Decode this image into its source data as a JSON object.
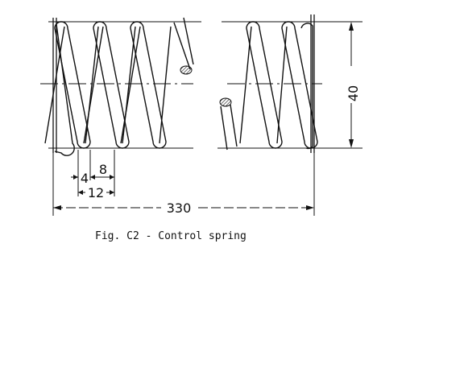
{
  "figure": {
    "caption": "Fig. C2 - Control spring",
    "dimensions": {
      "outer_diameter": "40",
      "overall_length": "330",
      "wire_diameter": "4",
      "gap": "8",
      "pitch": "12"
    },
    "colors": {
      "ink": "#111111",
      "background": "#ffffff",
      "section_hatch": "#111111"
    }
  }
}
